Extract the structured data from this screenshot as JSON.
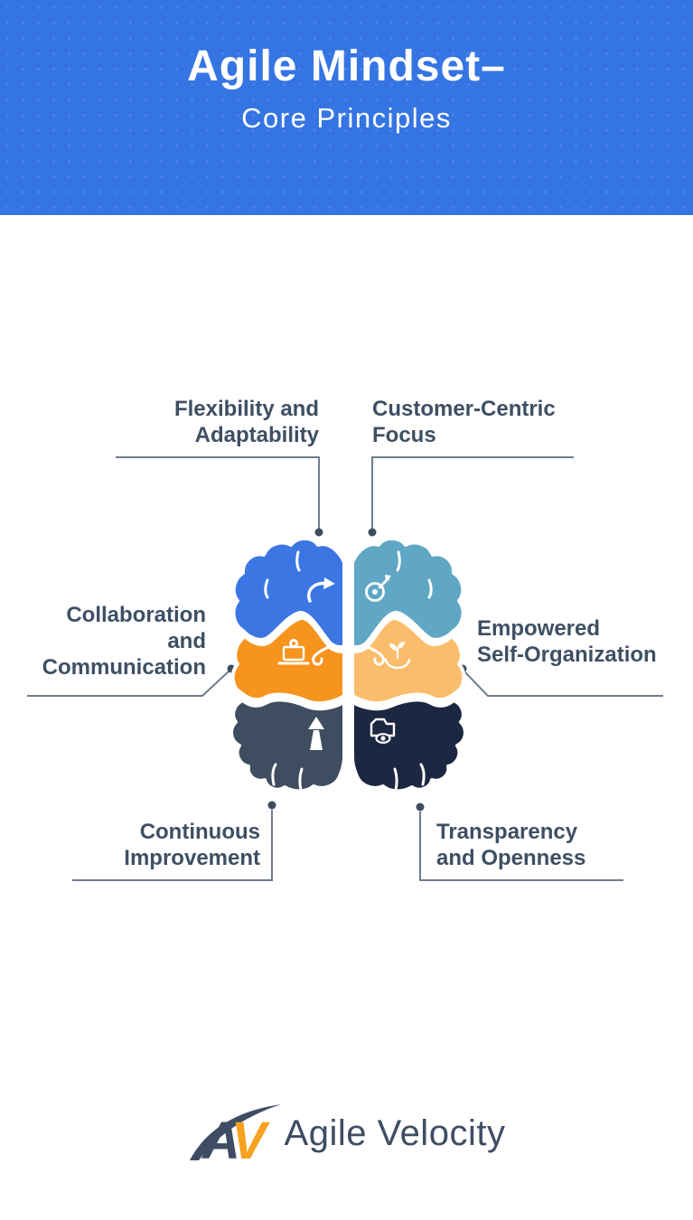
{
  "header": {
    "title": "Agile Mindset–",
    "subtitle": "Core Principles",
    "background_color": "#3575E3",
    "text_color": "#FFFFFF"
  },
  "diagram": {
    "label_color": "#3E4F63",
    "connector_color": "#6E7D8C",
    "dot_color": "#3E4D5F",
    "brain_divider_color": "#FFFFFF",
    "principles": [
      {
        "name": "Flexibility and Adaptability",
        "lines": [
          "Flexibility and",
          "Adaptability"
        ],
        "position": "top-left",
        "lobe_color": "#3B76E3",
        "icon": "curved-arrow-icon"
      },
      {
        "name": "Customer-Centric Focus",
        "lines": [
          "Customer-Centric",
          "Focus"
        ],
        "position": "top-right",
        "lobe_color": "#5FA7C4",
        "icon": "target-dart-icon"
      },
      {
        "name": "Collaboration and Communication",
        "lines": [
          "Collaboration",
          "and",
          "Communication"
        ],
        "position": "middle-left",
        "lobe_color": "#F6941E",
        "icon": "laptop-message-icon"
      },
      {
        "name": "Empowered Self-Organization",
        "lines": [
          "Empowered",
          "Self-Organization"
        ],
        "position": "middle-right",
        "lobe_color": "#FBBD6C",
        "icon": "hand-sprout-icon"
      },
      {
        "name": "Continuous Improvement",
        "lines": [
          "Continuous",
          "Improvement"
        ],
        "position": "bottom-left",
        "lobe_color": "#3E4D5F",
        "icon": "upward-arrow-icon"
      },
      {
        "name": "Transparency and Openness",
        "lines": [
          "Transparency",
          "and Openness"
        ],
        "position": "bottom-right",
        "lobe_color": "#1C2742",
        "icon": "folder-eye-icon"
      }
    ]
  },
  "footer": {
    "logo_monogram_a": "A",
    "logo_monogram_v": "V",
    "logo_text": "Agile Velocity",
    "logo_text_color": "#3E4D63",
    "logo_accent_color": "#F9A21F"
  }
}
